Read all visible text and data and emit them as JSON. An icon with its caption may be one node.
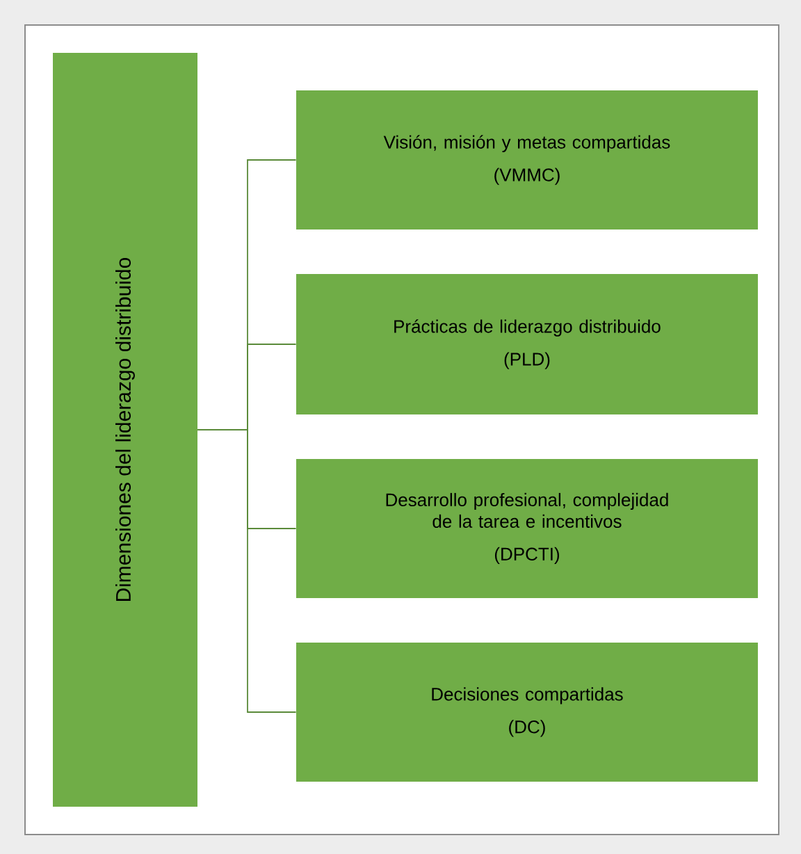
{
  "diagram": {
    "nodes": [
      {
        "text": [
          "Dimensiones del liderazgo distribuido"
        ]
      },
      {
        "text": [
          "Visión, misión y metas compartidas",
          "(VMMC)"
        ]
      },
      {
        "text": [
          "Prácticas de liderazgo distribuido",
          "(PLD)"
        ]
      },
      {
        "text": [
          "Desarrollo profesional, complejidad de la tarea e incentivos",
          "(DPCTI)"
        ]
      },
      {
        "text": [
          "Decisiones compartidas",
          "(DC)"
        ]
      }
    ],
    "edges": [
      {
        "from": 0,
        "to": 1,
        "arrow": "none"
      },
      {
        "from": 0,
        "to": 2,
        "arrow": "none"
      },
      {
        "from": 0,
        "to": 3,
        "arrow": "none"
      },
      {
        "from": 0,
        "to": 4,
        "arrow": "none"
      }
    ]
  }
}
